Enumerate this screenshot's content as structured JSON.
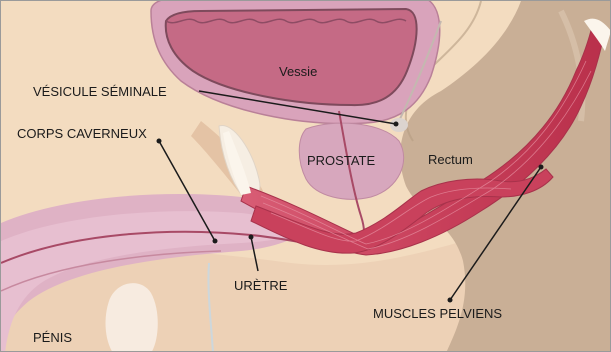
{
  "labels": {
    "vessie": "Vessie",
    "vesicule_seminale": "VÉSICULE SÉMINALE",
    "corps_caverneux": "CORPS CAVERNEUX",
    "prostate": "PROSTATE",
    "rectum": "Rectum",
    "uretre": "URÈTRE",
    "muscles_pelviens": "MUSCLES PELVIENS",
    "penis": "PÉNIS"
  },
  "colors": {
    "skin": "#f3dcc0",
    "tissue": "#e7c9b5",
    "pink_organ": "#dba7bd",
    "bladder_inner": "#c96d88",
    "bladder_outline": "#7e4a5c",
    "rectum": "#c7ae94",
    "muscle": "#cc4a62",
    "muscle_dark": "#a8324b",
    "leader_line": "#1b1b1b"
  }
}
